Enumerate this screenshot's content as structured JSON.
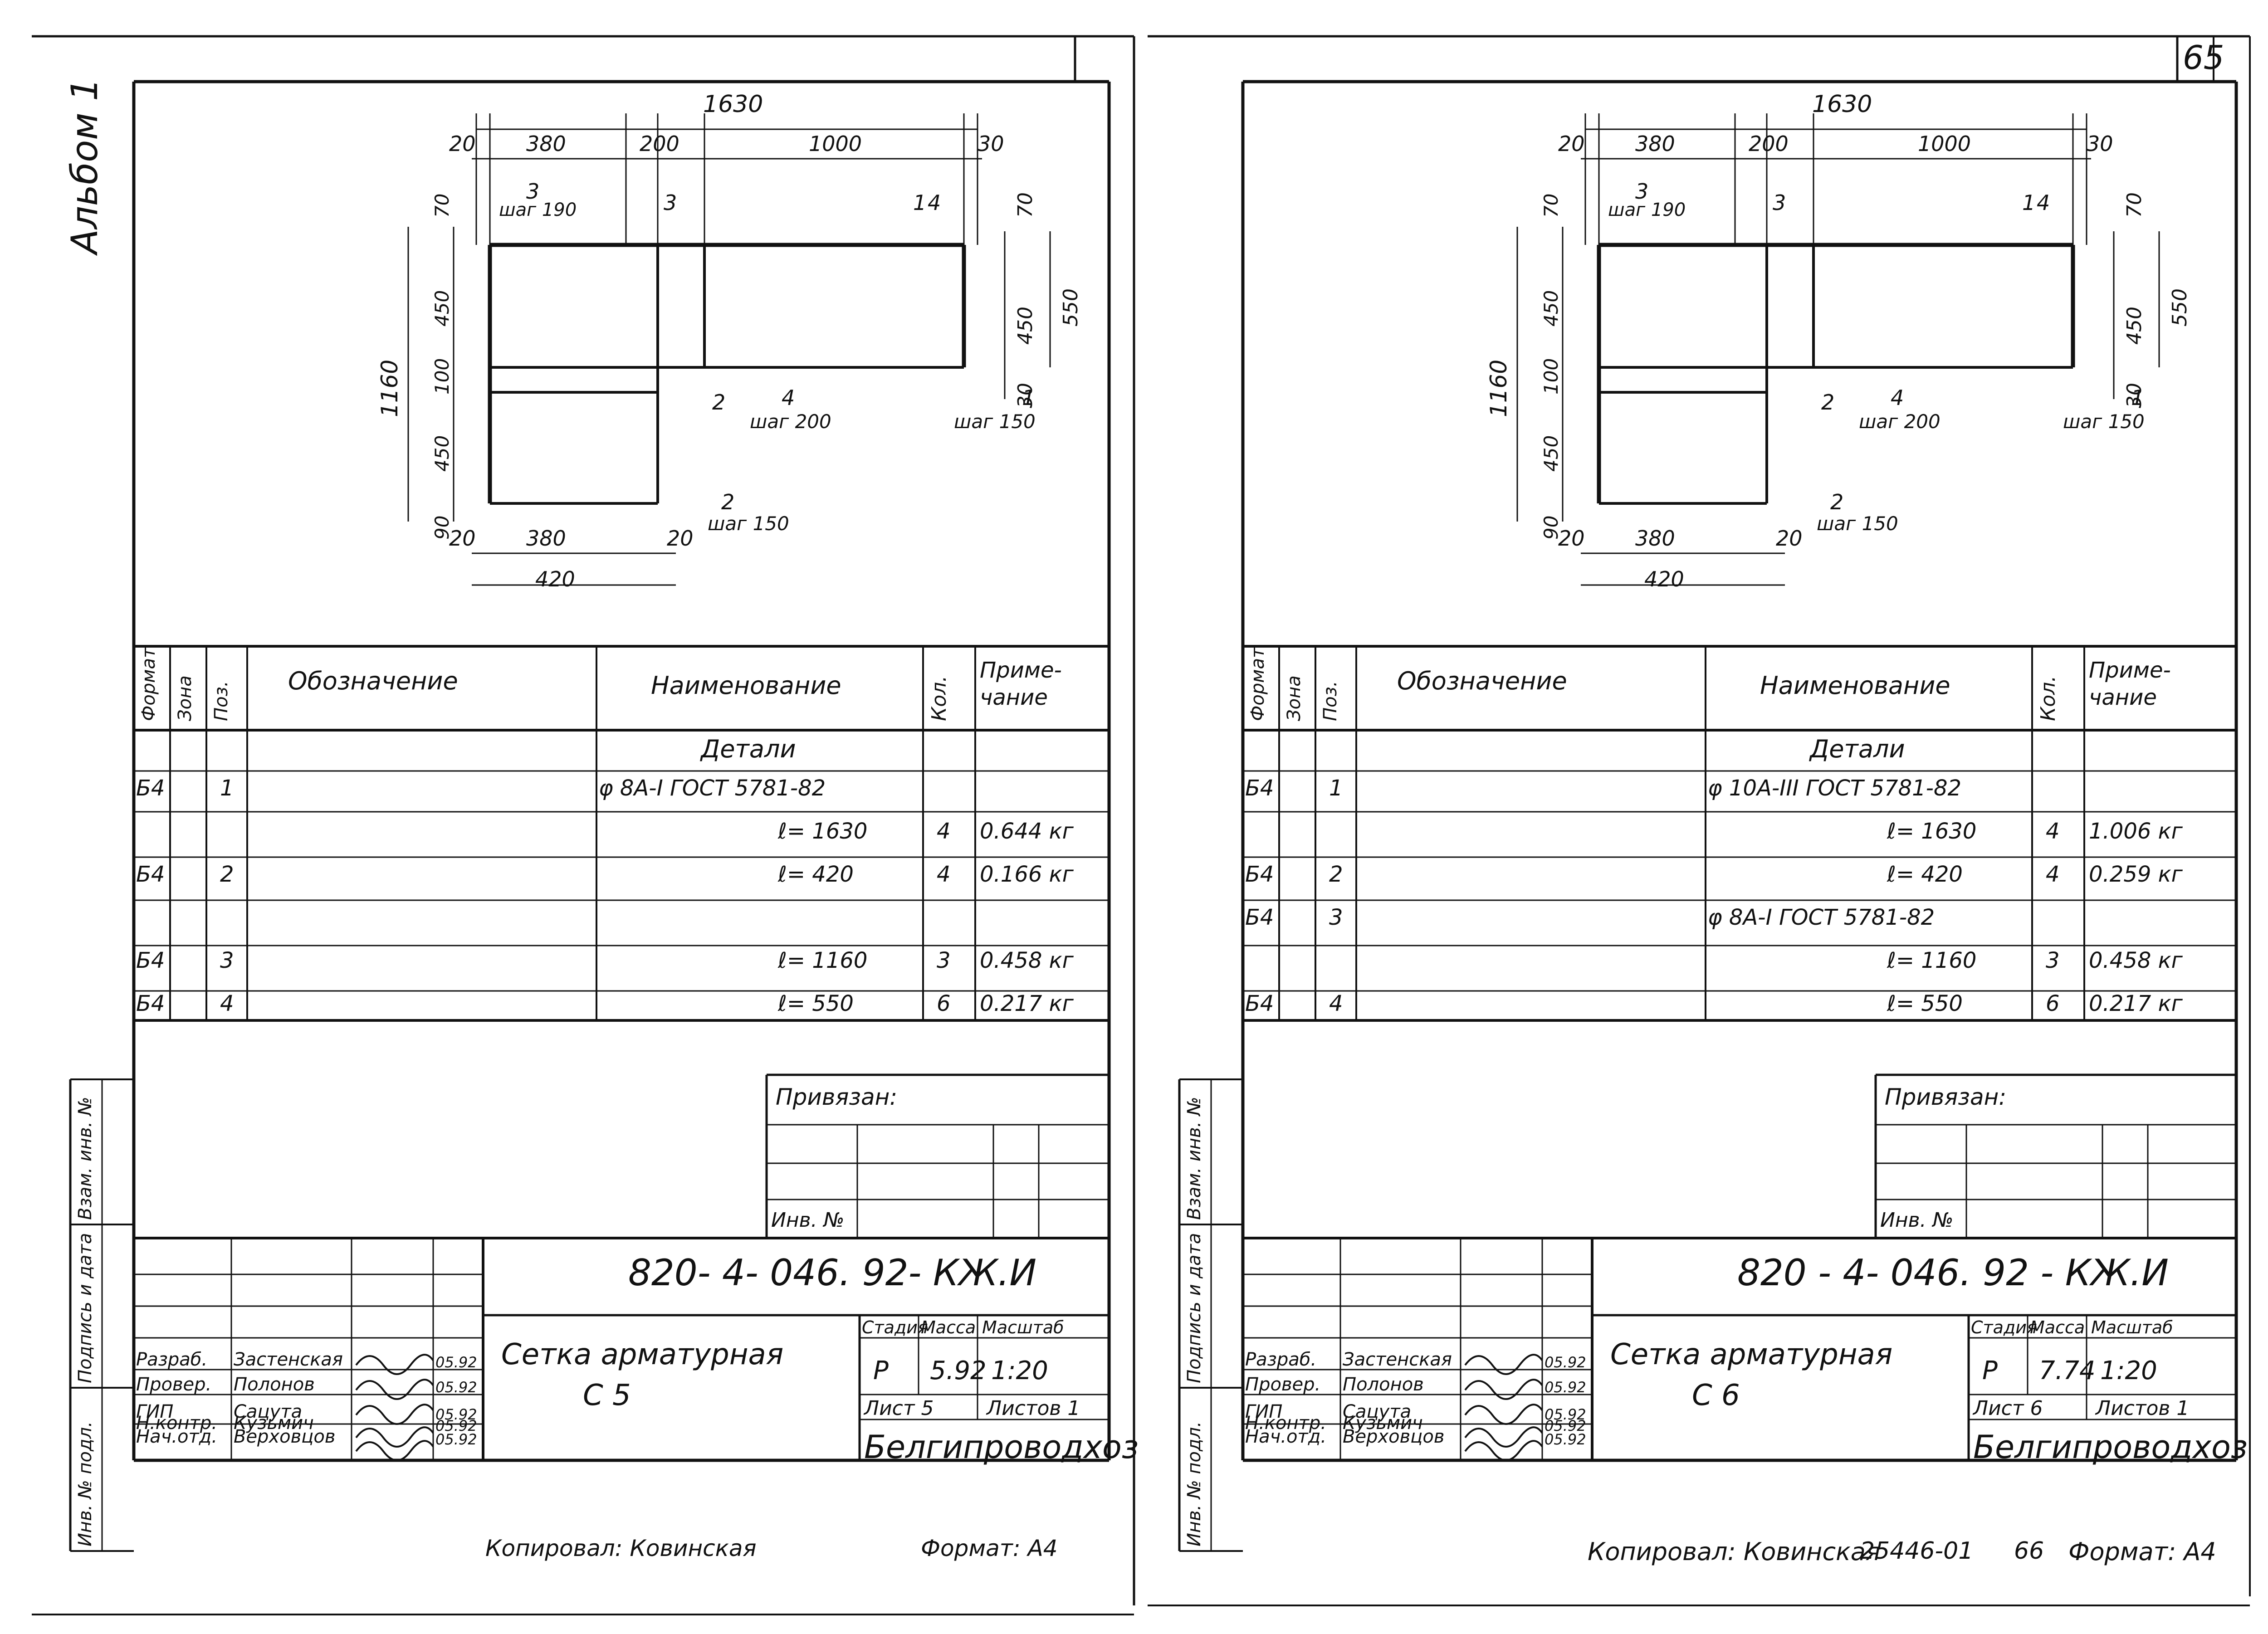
{
  "album_label": "Альбом 1",
  "page_number": "65",
  "copy_left": "Копировал: Ковинская",
  "copy_right": "Копировал: Ковинская",
  "copy_code": "25446-01",
  "copy_num": "66",
  "format_left": "Формат: А4",
  "format_right": "Формат: А4",
  "side_labels": {
    "inv_vzam": "Взам. инв. №",
    "podp_data": "Подпись и дата",
    "inv_podl": "Инв. № подл."
  },
  "drawing": {
    "dims_top": {
      "total": "1630",
      "a": "20",
      "b": "380",
      "c": "200",
      "d": "1000",
      "e": "30"
    },
    "dims_right": {
      "a": "70",
      "b": "450",
      "c": "550",
      "d": "30"
    },
    "dims_left": {
      "total": "1160",
      "a": "70",
      "b": "450",
      "c": "100",
      "d": "450",
      "e": "90"
    },
    "dims_bottom": {
      "a": "20",
      "b": "380",
      "c": "20",
      "total": "420"
    },
    "callouts": {
      "p3_step": "3",
      "step190": "шаг 190",
      "p3": "3",
      "p1": "1",
      "p4": "4",
      "p2": "2",
      "p4b": "4",
      "step200": "шаг 200",
      "p1b": "1",
      "step150": "шаг 150",
      "p2b": "2",
      "step150b": "шаг 150"
    }
  },
  "spec": {
    "headers": {
      "format": "Формат",
      "zone": "Зона",
      "pos": "Поз.",
      "oboz": "Обозначение",
      "naim": "Наименование",
      "kol": "Кол.",
      "prim1": "Приме-",
      "prim2": "чание"
    },
    "section": "Детали"
  },
  "sheets": [
    {
      "rows": [
        {
          "f": "Б4",
          "p": "1",
          "n": "φ 8А-I  ГОСТ 5781-82",
          "k": "",
          "pr": ""
        },
        {
          "f": "",
          "p": "",
          "n": "ℓ= 1630",
          "k": "4",
          "pr": "0.644 кг"
        },
        {
          "f": "Б4",
          "p": "2",
          "n": "ℓ= 420",
          "k": "4",
          "pr": "0.166 кг"
        },
        {
          "f": "",
          "p": "",
          "n": "",
          "k": "",
          "pr": ""
        },
        {
          "f": "Б4",
          "p": "3",
          "n": "ℓ= 1160",
          "k": "3",
          "pr": "0.458 кг"
        },
        {
          "f": "Б4",
          "p": "4",
          "n": "ℓ= 550",
          "k": "6",
          "pr": "0.217 кг"
        }
      ],
      "privyazan": "Привязан:",
      "inv_no": "Инв. №",
      "code": "820- 4- 046. 92- КЖ.И",
      "title1": "Сетка арматурная",
      "title2": "С 5",
      "stadia_h": "Стадия",
      "massa_h": "Масса",
      "masht_h": "Масштаб",
      "stadia": "Р",
      "massa": "5.92",
      "masht": "1:20",
      "list": "Лист 5",
      "listov": "Листов 1",
      "org": "Белгипроводхоз",
      "people": [
        {
          "role": "Разраб.",
          "name": "Застенская",
          "date": "05.92"
        },
        {
          "role": "Провер.",
          "name": "Полонов",
          "date": "05.92"
        },
        {
          "role": "ГИП",
          "name": "Сацута",
          "date": "05.92"
        },
        {
          "role": "Н.контр.",
          "name": "Кузьмич",
          "date": "05.92"
        },
        {
          "role": "Нач.отд.",
          "name": "Верховцов",
          "date": "05.92"
        }
      ]
    },
    {
      "rows": [
        {
          "f": "Б4",
          "p": "1",
          "n": "φ 10А-III  ГОСТ 5781-82",
          "k": "",
          "pr": ""
        },
        {
          "f": "",
          "p": "",
          "n": "ℓ= 1630",
          "k": "4",
          "pr": "1.006 кг"
        },
        {
          "f": "Б4",
          "p": "2",
          "n": "ℓ= 420",
          "k": "4",
          "pr": "0.259 кг"
        },
        {
          "f": "Б4",
          "p": "3",
          "n": "φ 8А-I  ГОСТ 5781-82",
          "k": "",
          "pr": ""
        },
        {
          "f": "",
          "p": "",
          "n": "ℓ= 1160",
          "k": "3",
          "pr": "0.458 кг"
        },
        {
          "f": "Б4",
          "p": "4",
          "n": "ℓ= 550",
          "k": "6",
          "pr": "0.217 кг"
        }
      ],
      "privyazan": "Привязан:",
      "inv_no": "Инв. №",
      "code": "820 - 4- 046. 92 - КЖ.И",
      "title1": "Сетка арматурная",
      "title2": "С 6",
      "stadia_h": "Стадия",
      "massa_h": "Масса",
      "masht_h": "Масштаб",
      "stadia": "Р",
      "massa": "7.74",
      "masht": "1:20",
      "list": "Лист 6",
      "listov": "Листов 1",
      "org": "Белгипроводхоз",
      "people": [
        {
          "role": "Разраб.",
          "name": "Застенская",
          "date": "05.92"
        },
        {
          "role": "Провер.",
          "name": "Полонов",
          "date": "05.92"
        },
        {
          "role": "ГИП",
          "name": "Сацута",
          "date": "05.92"
        },
        {
          "role": "Н.контр.",
          "name": "Кузьмич",
          "date": "05.92"
        },
        {
          "role": "Нач.отд.",
          "name": "Верховцов",
          "date": "05.92"
        }
      ]
    }
  ]
}
